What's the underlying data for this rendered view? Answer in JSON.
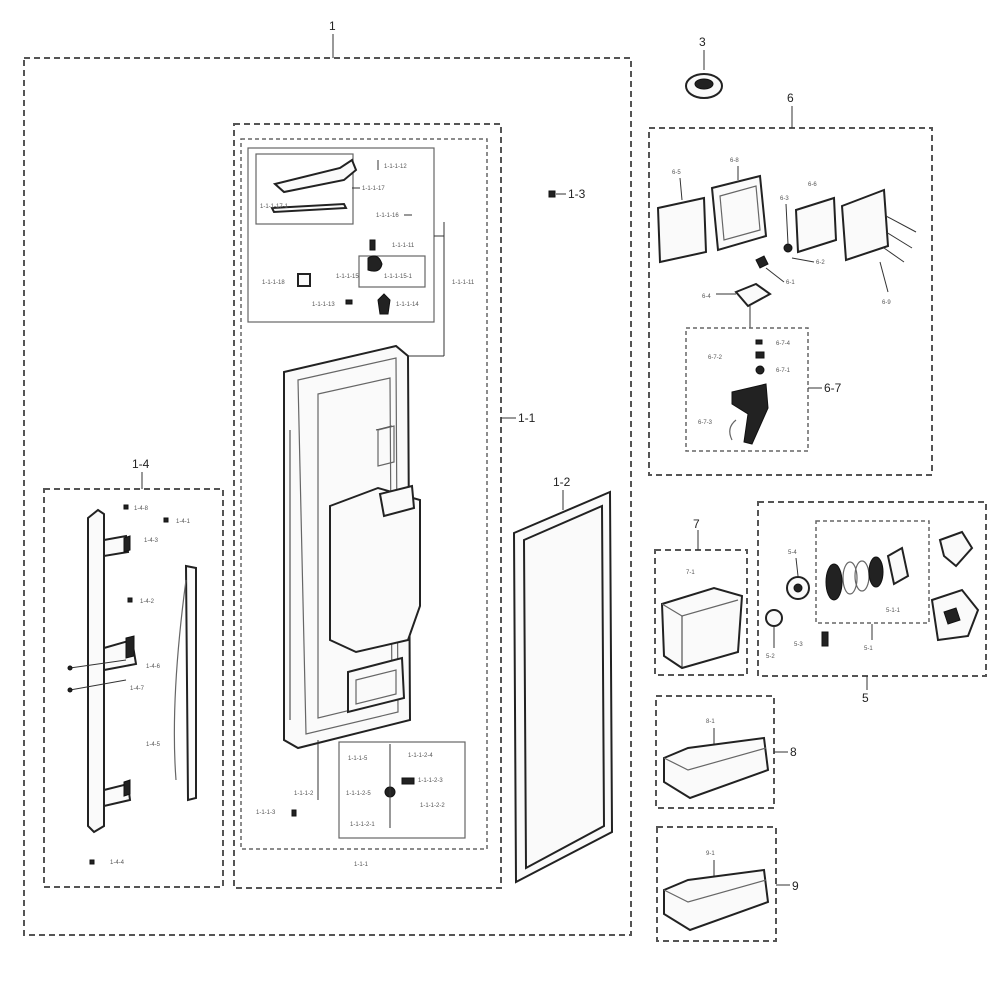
{
  "labels": {
    "l1": "1",
    "l1_1": "1-1",
    "l1_2": "1-2",
    "l1_3": "1-3",
    "l1_4": "1-4",
    "l1_4_1": "1-4-1",
    "l1_4_2": "1-4-2",
    "l1_4_3": "1-4-3",
    "l1_4_4": "1-4-4",
    "l1_4_5": "1-4-5",
    "l1_4_6": "1-4-6",
    "l1_4_7": "1-4-7",
    "l1_4_8": "1-4-8",
    "l1_1_1": "1-1-1",
    "s1": "1-1-1-12",
    "s2": "1-1-1-17",
    "s3": "1-1-1-16",
    "s4": "1-1-1-11",
    "s5": "1-1-1-15-1",
    "s6": "1-1-1-18",
    "s7": "1-1-1-13",
    "s8": "1-1-1-14",
    "s9": "1-1-1-15",
    "s10": "1-1-1-11",
    "s11": "1-1-1-5",
    "s12": "1-1-1-2-4",
    "s13": "1-1-1-2-3",
    "s14": "1-1-1-2-5",
    "s15": "1-1-1-2-2",
    "s16": "1-1-1-2-1",
    "s17": "1-1-1-2",
    "s18": "1-1-1-3",
    "l3": "3",
    "l6": "6",
    "l6_1": "6-1",
    "l6_2": "6-2",
    "l6_3": "6-3",
    "l6_4": "6-4",
    "l6_5": "6-5",
    "l6_6": "6-6",
    "l6_7": "6-7",
    "l6_8": "6-8",
    "l6_9": "6-9",
    "l6_7_1": "6-7-1",
    "l6_7_2": "6-7-2",
    "l6_7_3": "6-7-3",
    "l6_7_4": "6-7-4",
    "l7": "7",
    "l7_1": "7-1",
    "l5": "5",
    "l5_1": "5-1",
    "l5_1_1": "5-1-1",
    "l5_2": "5-2",
    "l5_3": "5-3",
    "l5_4": "5-4",
    "l8": "8",
    "l8_1": "8-1",
    "l9": "9",
    "l9_1": "9-1"
  }
}
